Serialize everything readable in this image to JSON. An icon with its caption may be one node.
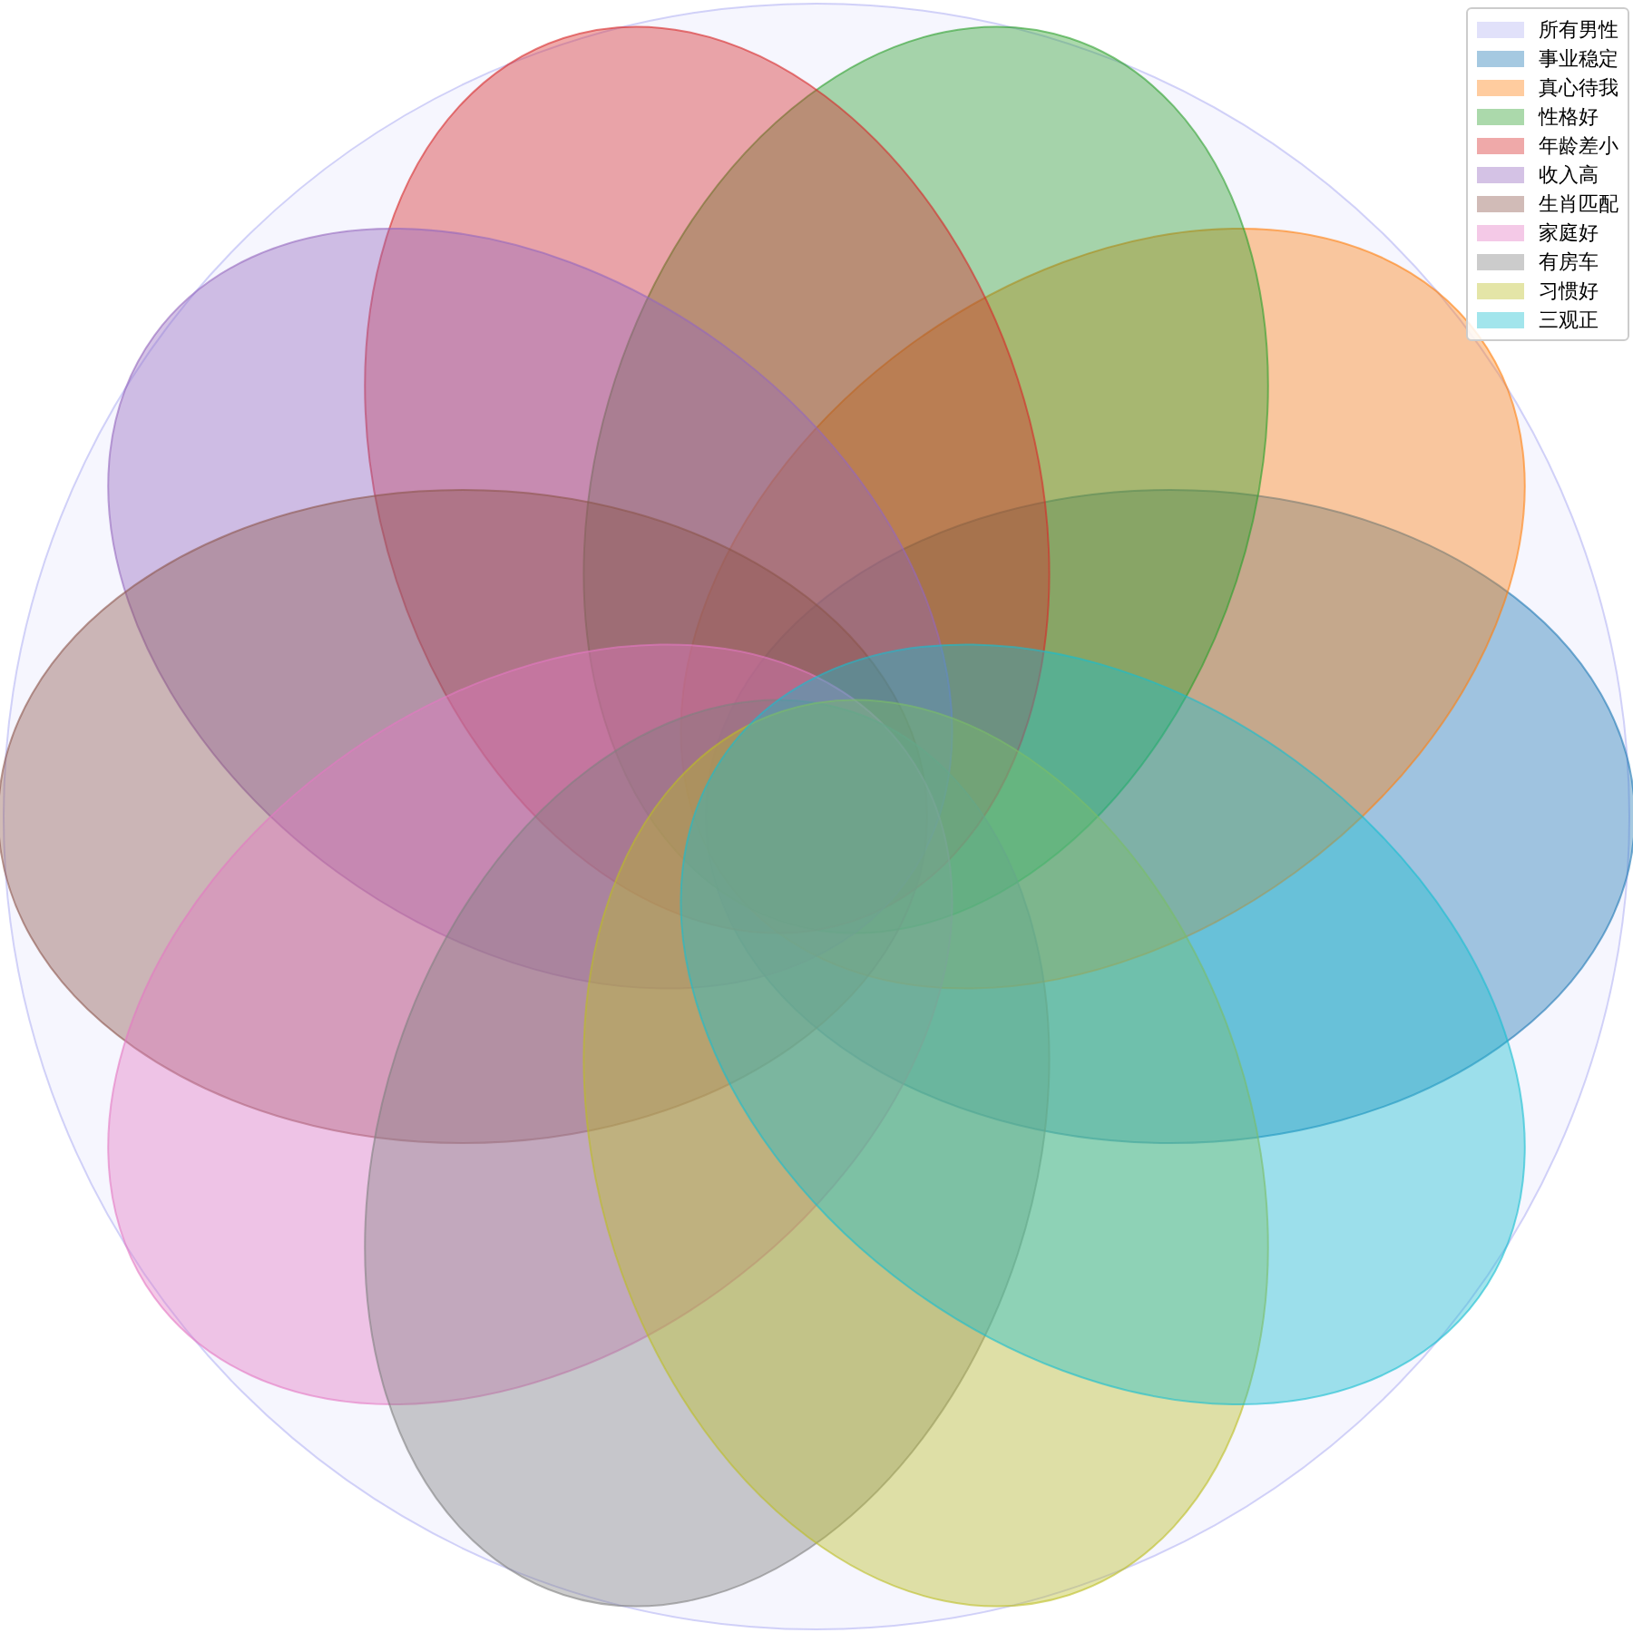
{
  "diagram": {
    "legend": [
      {
        "text": "所有男性",
        "color": "#e1e1fa"
      },
      {
        "text": "事业稳定",
        "color": "#a5c9e1"
      },
      {
        "text": "真心待我",
        "color": "#ffcc9f"
      },
      {
        "text": "性格好",
        "color": "#abd9ab"
      },
      {
        "text": "年龄差小",
        "color": "#efa9a9"
      },
      {
        "text": "收入高",
        "color": "#d4c2e5"
      },
      {
        "text": "生肖匹配",
        "color": "#d1bbb7"
      },
      {
        "text": "家庭好",
        "color": "#f4c9e7"
      },
      {
        "text": "有房车",
        "color": "#cccccc"
      },
      {
        "text": "习惯好",
        "color": "#e4e5a7"
      },
      {
        "text": "三观正",
        "color": "#a2e5ec"
      }
    ]
  }
}
